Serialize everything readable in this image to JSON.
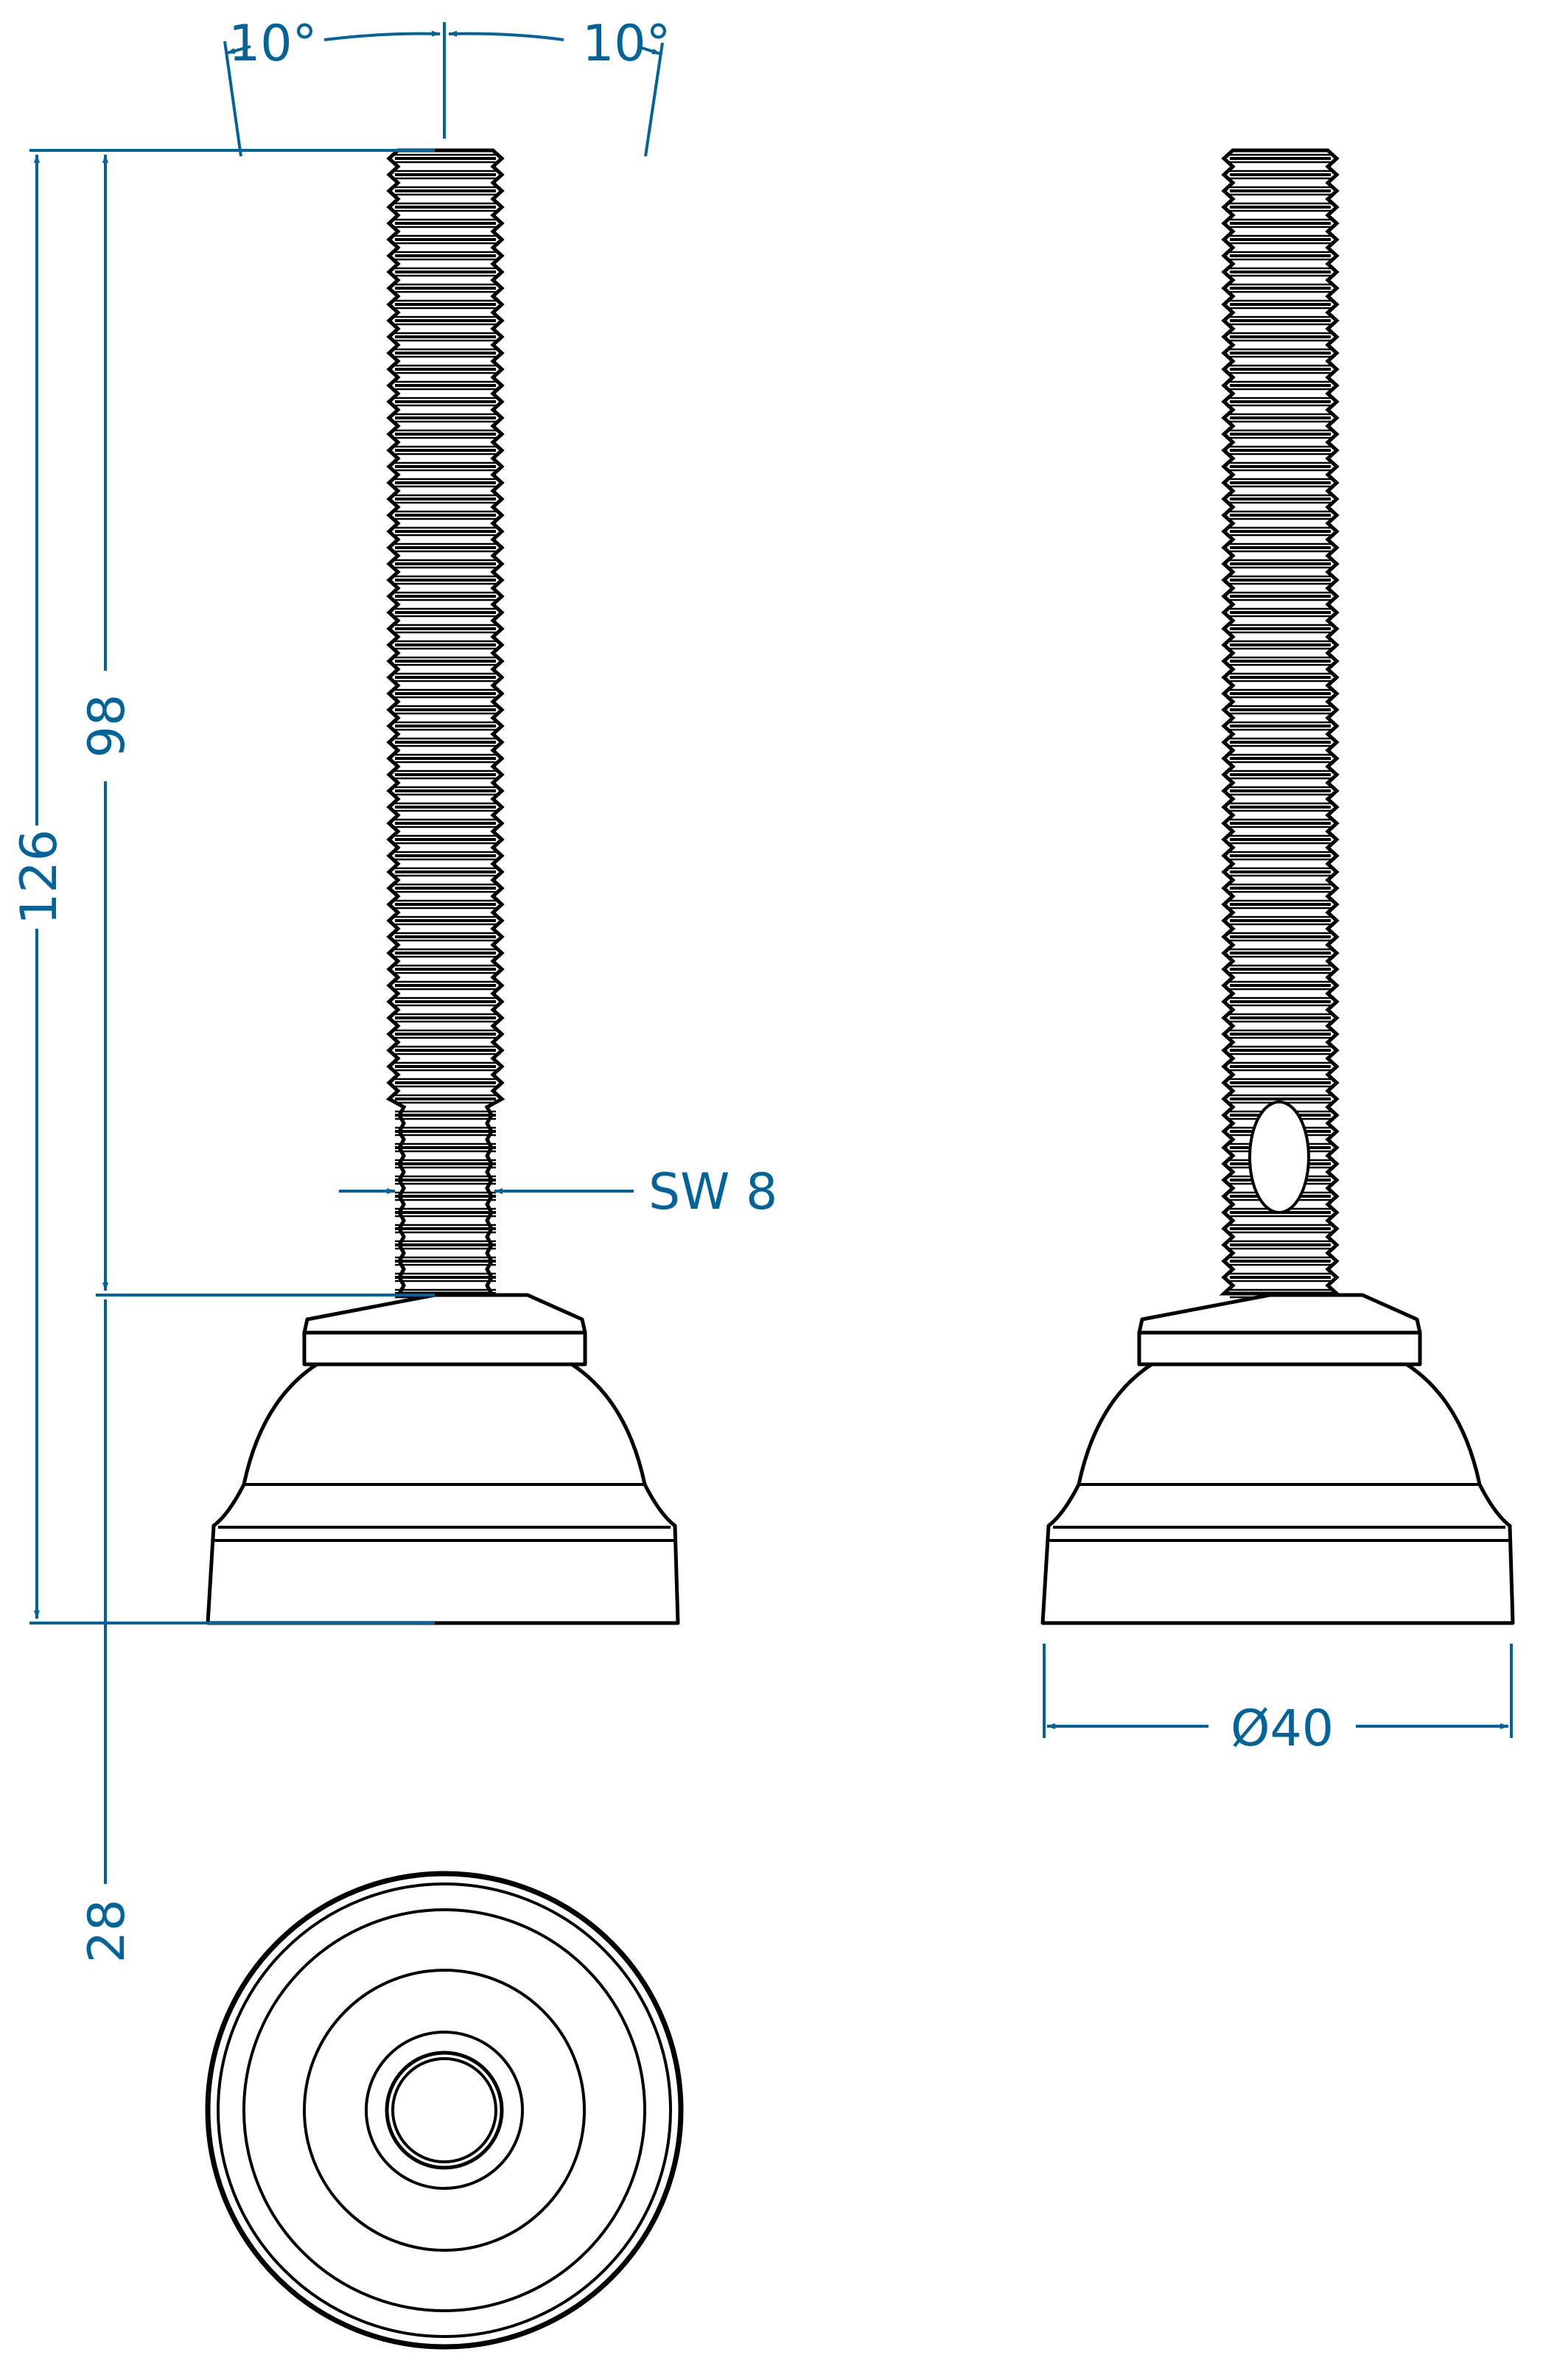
{
  "dimensions": {
    "angle_left": "10°",
    "angle_right": "10°",
    "total_height": "126",
    "thread_length": "98",
    "base_height": "28",
    "wrench_size": "SW 8",
    "diameter": "Ø40"
  },
  "colors": {
    "dimension": "#00639a",
    "outline": "#000000"
  }
}
